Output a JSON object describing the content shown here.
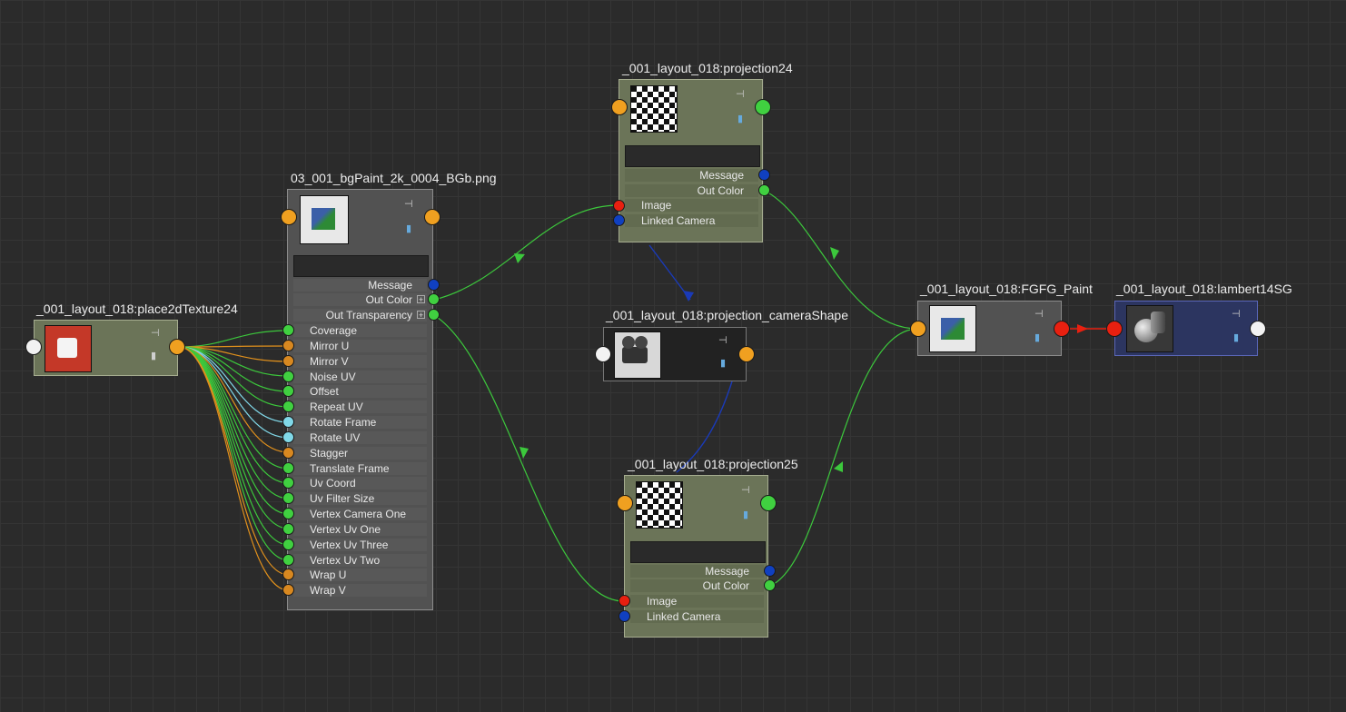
{
  "nodes": {
    "place2d": {
      "title": "_001_layout_018:place2dTexture24"
    },
    "file": {
      "title": "03_001_bgPaint_2k_0004_BGb.png",
      "attrs_out": [
        "Message",
        "Out Color",
        "Out Transparency"
      ],
      "attrs_in": [
        "Coverage",
        "Mirror U",
        "Mirror V",
        "Noise UV",
        "Offset",
        "Repeat UV",
        "Rotate Frame",
        "Rotate UV",
        "Stagger",
        "Translate Frame",
        "Uv Coord",
        "Uv Filter Size",
        "Vertex Camera One",
        "Vertex Uv One",
        "Vertex Uv Three",
        "Vertex Uv Two",
        "Wrap U",
        "Wrap V"
      ]
    },
    "projection24": {
      "title": "_001_layout_018:projection24",
      "attrs": [
        "Message",
        "Out Color",
        "Image",
        "Linked Camera"
      ]
    },
    "camera": {
      "title": "_001_layout_018:projection_cameraShape"
    },
    "projection25": {
      "title": "_001_layout_018:projection25",
      "attrs": [
        "Message",
        "Out Color",
        "Image",
        "Linked Camera"
      ]
    },
    "fgfg": {
      "title": "_001_layout_018:FGFG_Paint"
    },
    "lambert": {
      "title": "_001_layout_018:lambert14SG"
    }
  },
  "colors": {
    "background": "#2b2b2b",
    "wire_green": "#3cc83c",
    "wire_blue": "#1a3ab8",
    "wire_red": "#e82010",
    "wire_orange": "#e0901c",
    "wire_cyan": "#80d8e8"
  },
  "icons": {
    "pin": "pin-icon",
    "swatch": "swatch-icon"
  }
}
